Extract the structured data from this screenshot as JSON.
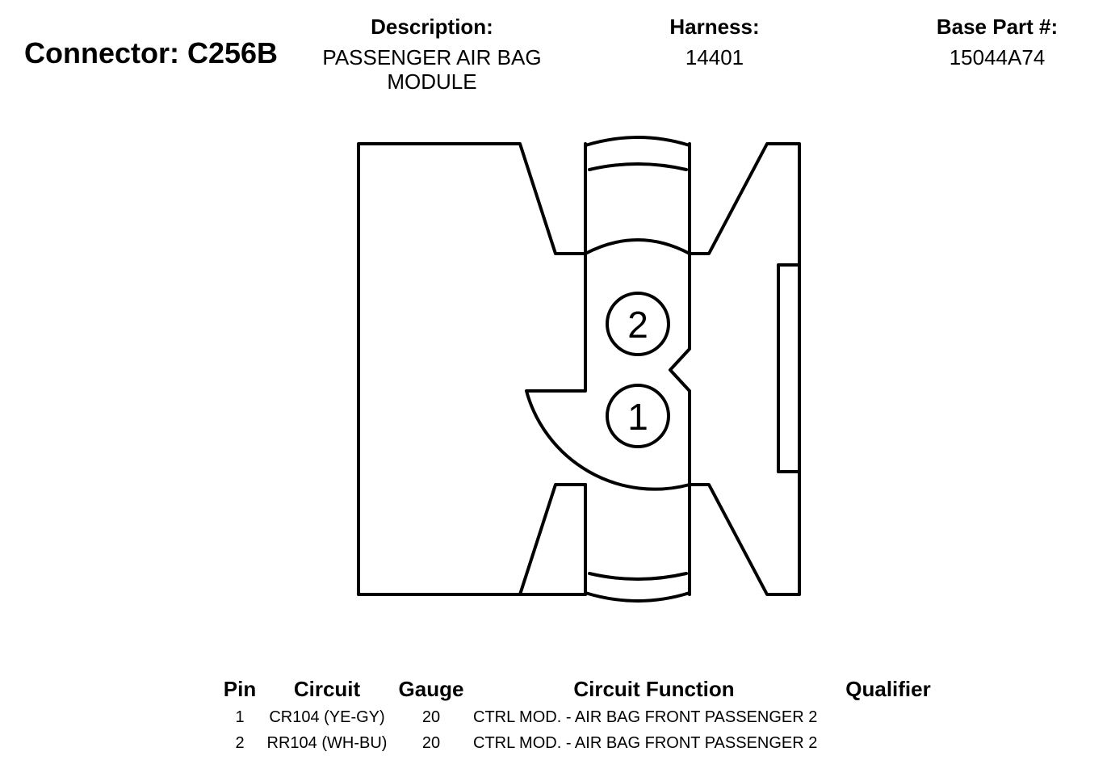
{
  "header": {
    "connector_title": "Connector: C256B",
    "description_label": "Description:",
    "description_value": "PASSENGER AIR BAG MODULE",
    "harness_label": "Harness:",
    "harness_value": "14401",
    "base_part_label": "Base Part #:",
    "base_part_value": "15044A74"
  },
  "connector": {
    "cavities": [
      {
        "pin": "2"
      },
      {
        "pin": "1"
      }
    ],
    "line_color": "#000000"
  },
  "table": {
    "headers": {
      "pin": "Pin",
      "circuit": "Circuit",
      "gauge": "Gauge",
      "function": "Circuit Function",
      "qualifier": "Qualifier"
    },
    "rows": [
      {
        "pin": "1",
        "circuit": "CR104 (YE-GY)",
        "gauge": "20",
        "function": "CTRL MOD. - AIR BAG FRONT PASSENGER 2",
        "qualifier": ""
      },
      {
        "pin": "2",
        "circuit": "RR104 (WH-BU)",
        "gauge": "20",
        "function": "CTRL MOD. - AIR BAG FRONT PASSENGER 2",
        "qualifier": ""
      }
    ]
  }
}
